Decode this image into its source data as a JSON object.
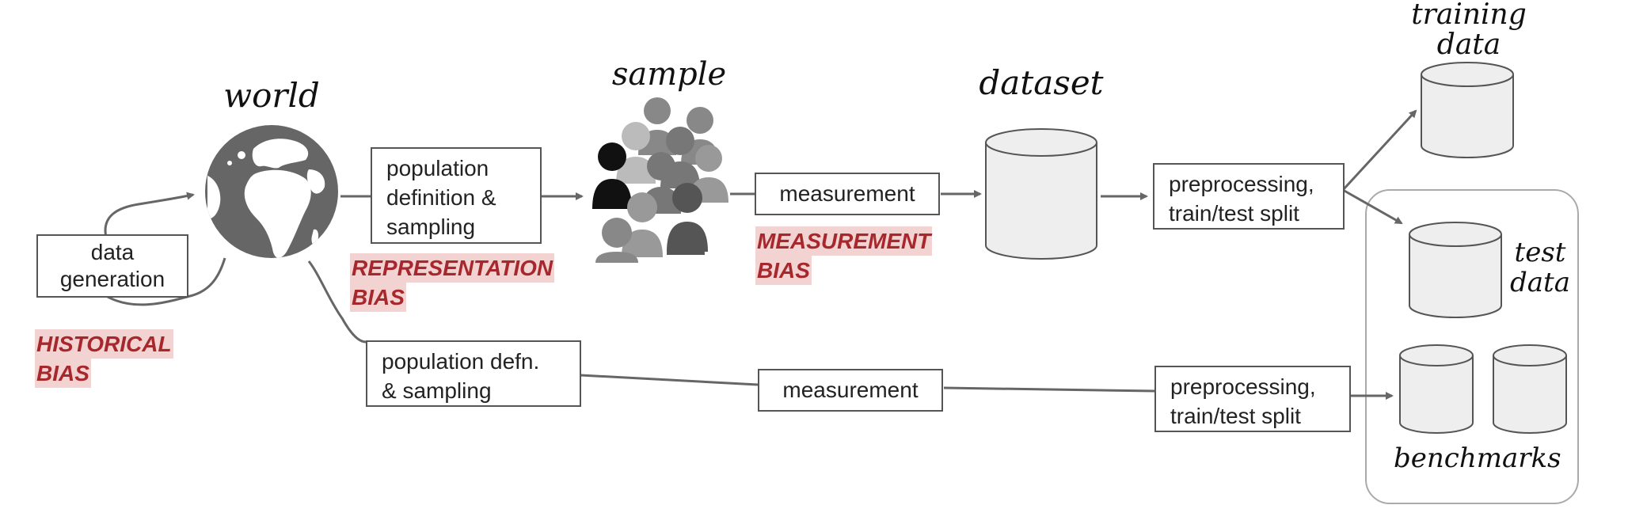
{
  "nodes": {
    "world": {
      "title": "world",
      "icon": "globe-icon"
    },
    "sample": {
      "title": "sample",
      "icon": "people-crowd-icon"
    },
    "dataset": {
      "title": "dataset",
      "icon": "database-cylinder-icon"
    },
    "training_data": {
      "title_lines": [
        "training",
        "data"
      ],
      "icon": "database-cylinder-icon"
    },
    "test_data": {
      "title_lines": [
        "test",
        "data"
      ],
      "icon": "database-cylinder-icon"
    },
    "benchmarks": {
      "title": "benchmarks",
      "icon": "database-cylinder-icon"
    }
  },
  "steps": {
    "data_generation": {
      "lines": [
        "data",
        "generation"
      ]
    },
    "population_definition": {
      "lines": [
        "population",
        "definition &",
        "sampling"
      ]
    },
    "measurement_top": {
      "label": "measurement"
    },
    "preprocessing_top": {
      "lines": [
        "preprocessing,",
        "train/test split"
      ]
    },
    "population_defn_bottom": {
      "lines": [
        "population defn.",
        "& sampling"
      ]
    },
    "measurement_bottom": {
      "label": "measurement"
    },
    "preprocessing_bottom": {
      "lines": [
        "preprocessing,",
        "train/test split"
      ]
    }
  },
  "biases": {
    "historical": {
      "lines": [
        "HISTORICAL",
        "BIAS"
      ]
    },
    "representation": {
      "lines": [
        "REPRESENTATION",
        "BIAS"
      ]
    },
    "measurement": {
      "lines": [
        "MEASUREMENT",
        "BIAS"
      ]
    }
  },
  "colors": {
    "bias_text": "#a7282c",
    "bias_highlight": "#f3d2d2",
    "arrow": "#666666",
    "cylinder_fill": "#eeeeee",
    "globe": "#666666"
  }
}
